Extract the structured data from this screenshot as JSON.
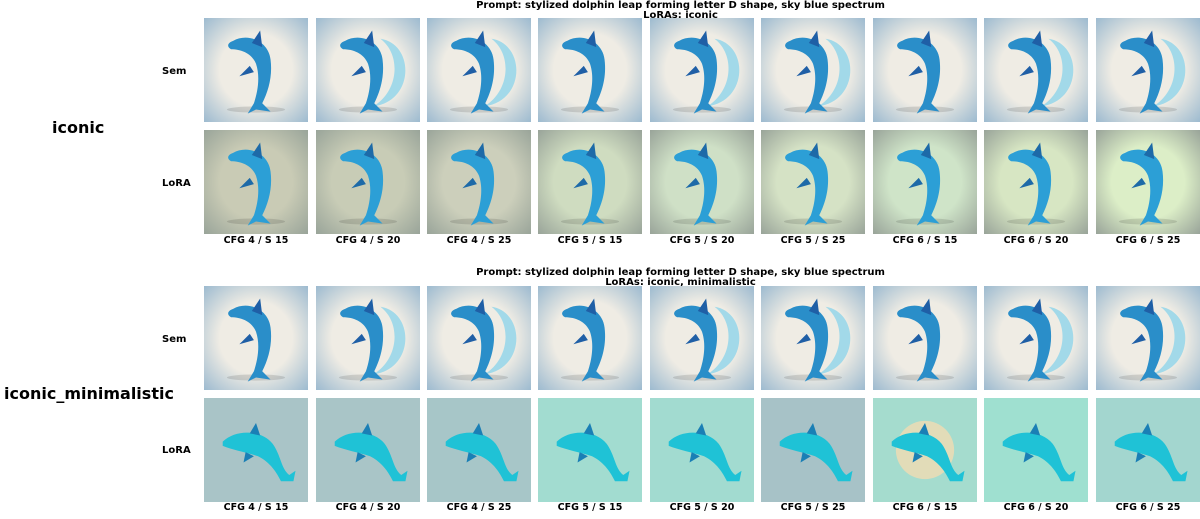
{
  "blocks": [
    {
      "title": "Prompt: stylized dolphin leap forming letter D shape, sky blue spectrum",
      "subtitle": "LoRAs: iconic",
      "group_label": "iconic",
      "rows": [
        {
          "label": "Sem",
          "style": "sem"
        },
        {
          "label": "LoRA",
          "style": "lora1"
        }
      ],
      "columns": [
        "CFG 4 / S 15",
        "CFG 4 / S 20",
        "CFG 4 / S 25",
        "CFG 5 / S 15",
        "CFG 5 / S 20",
        "CFG 5 / S 25",
        "CFG 6 / S 15",
        "CFG 6 / S 20",
        "CFG 6 / S 25"
      ]
    },
    {
      "title": "Prompt: stylized dolphin leap forming letter D shape, sky blue spectrum",
      "subtitle": "LoRAs: iconic, minimalistic",
      "group_label": "iconic_minimalistic",
      "rows": [
        {
          "label": "Sem",
          "style": "sem"
        },
        {
          "label": "LoRA",
          "style": "lora2"
        }
      ],
      "columns": [
        "CFG 4 / S 15",
        "CFG 4 / S 20",
        "CFG 4 / S 25",
        "CFG 5 / S 15",
        "CFG 5 / S 20",
        "CFG 5 / S 25",
        "CFG 6 / S 15",
        "CFG 6 / S 20",
        "CFG 6 / S 25"
      ]
    }
  ],
  "palette": {
    "sem_bg": "#efece4",
    "sem_vignette": "#9ebbd0",
    "lora1_bg": [
      "#c9cbb5",
      "#c8ccb6",
      "#cccfbb",
      "#cfdcc0",
      "#cfe0c6",
      "#d5e2c5",
      "#cfe4c8",
      "#d7e6c3",
      "#dceec7"
    ],
    "lora2_bg": [
      "#a9c4c7",
      "#a9c5c7",
      "#a7c6c8",
      "#a2dcd0",
      "#a2dbd0",
      "#a7c2c7",
      "#a5dcce",
      "#9fe0d0",
      "#a3d6cf"
    ],
    "dolphin_blue": "#2a8ec9",
    "dolphin_dark": "#1f5fa6",
    "dolphin_cyan": "#1fc2d6",
    "wave_light": "#8fd5ea"
  }
}
